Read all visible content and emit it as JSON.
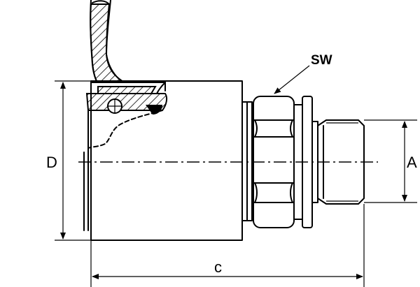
{
  "labels": {
    "d": "D",
    "a": "A",
    "c": "c",
    "sw": "SW"
  }
}
